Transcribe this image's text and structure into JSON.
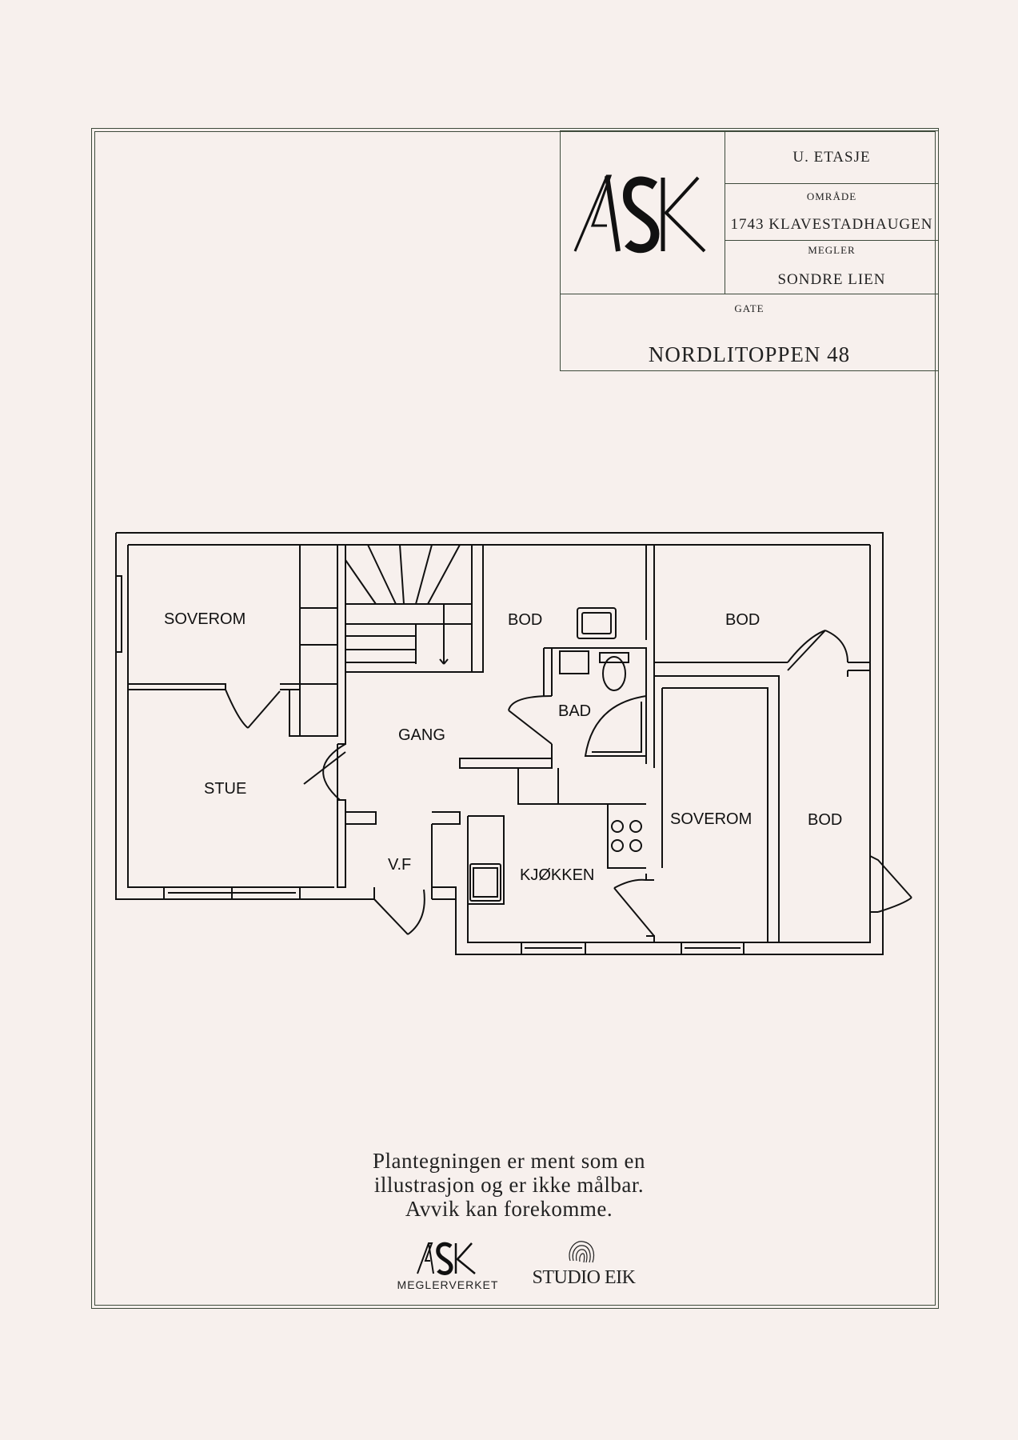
{
  "title_block": {
    "floor": "U. ETASJE",
    "area_label": "OMRÅDE",
    "area_value": "1743 KLAVESTADHAUGEN",
    "broker_label": "MEGLER",
    "broker_value": "SONDRE LIEN",
    "street_label": "GATE",
    "street_value": "NORDLITOPPEN 48",
    "logo_text": "ASK"
  },
  "rooms": {
    "soverom_1": "SOVEROM",
    "stue": "STUE",
    "gang": "GANG",
    "bod_1": "BOD",
    "bad": "BAD",
    "bod_2": "BOD",
    "soverom_2": "SOVEROM",
    "bod_3": "BOD",
    "vf": "V.F",
    "kjokken": "KJØKKEN"
  },
  "disclaimer": {
    "line1": "Plantegningen er ment som en",
    "line2": "illustrasjon og er ikke målbar.",
    "line3": "Avvik kan forekomme."
  },
  "footer_logos": {
    "ask_mark": "ASK",
    "ask_sub": "MEGLERVERKET",
    "studio": "STUDIO EIK"
  },
  "colors": {
    "frame": "#3d4a3b",
    "background": "#f7f0ed",
    "walls": "#111111"
  }
}
